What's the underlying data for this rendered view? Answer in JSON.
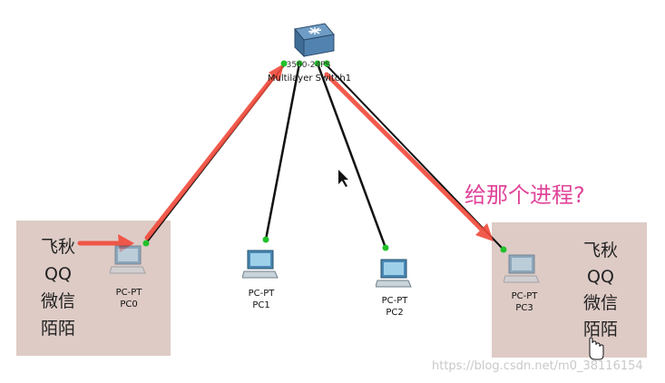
{
  "switch": {
    "model_label": "3560-24PS",
    "name_label": "Multilayer Switch1"
  },
  "pcs": [
    {
      "type": "PC-PT",
      "name": "PC0"
    },
    {
      "type": "PC-PT",
      "name": "PC1"
    },
    {
      "type": "PC-PT",
      "name": "PC2"
    },
    {
      "type": "PC-PT",
      "name": "PC3"
    }
  ],
  "left_box": {
    "lines": [
      "飞秋",
      "QQ",
      "微信",
      "陌陌"
    ]
  },
  "right_box": {
    "lines": [
      "飞秋",
      "QQ",
      "微信",
      "陌陌"
    ]
  },
  "annotation": {
    "question": "给那个进程?"
  },
  "watermark": "https://blog.csdn.net/m0_38116154",
  "colors": {
    "arrow": "#f04a3a",
    "link": "#111111",
    "port": "#22c02a",
    "question": "#e0449a",
    "box": "#d8c2bc"
  }
}
